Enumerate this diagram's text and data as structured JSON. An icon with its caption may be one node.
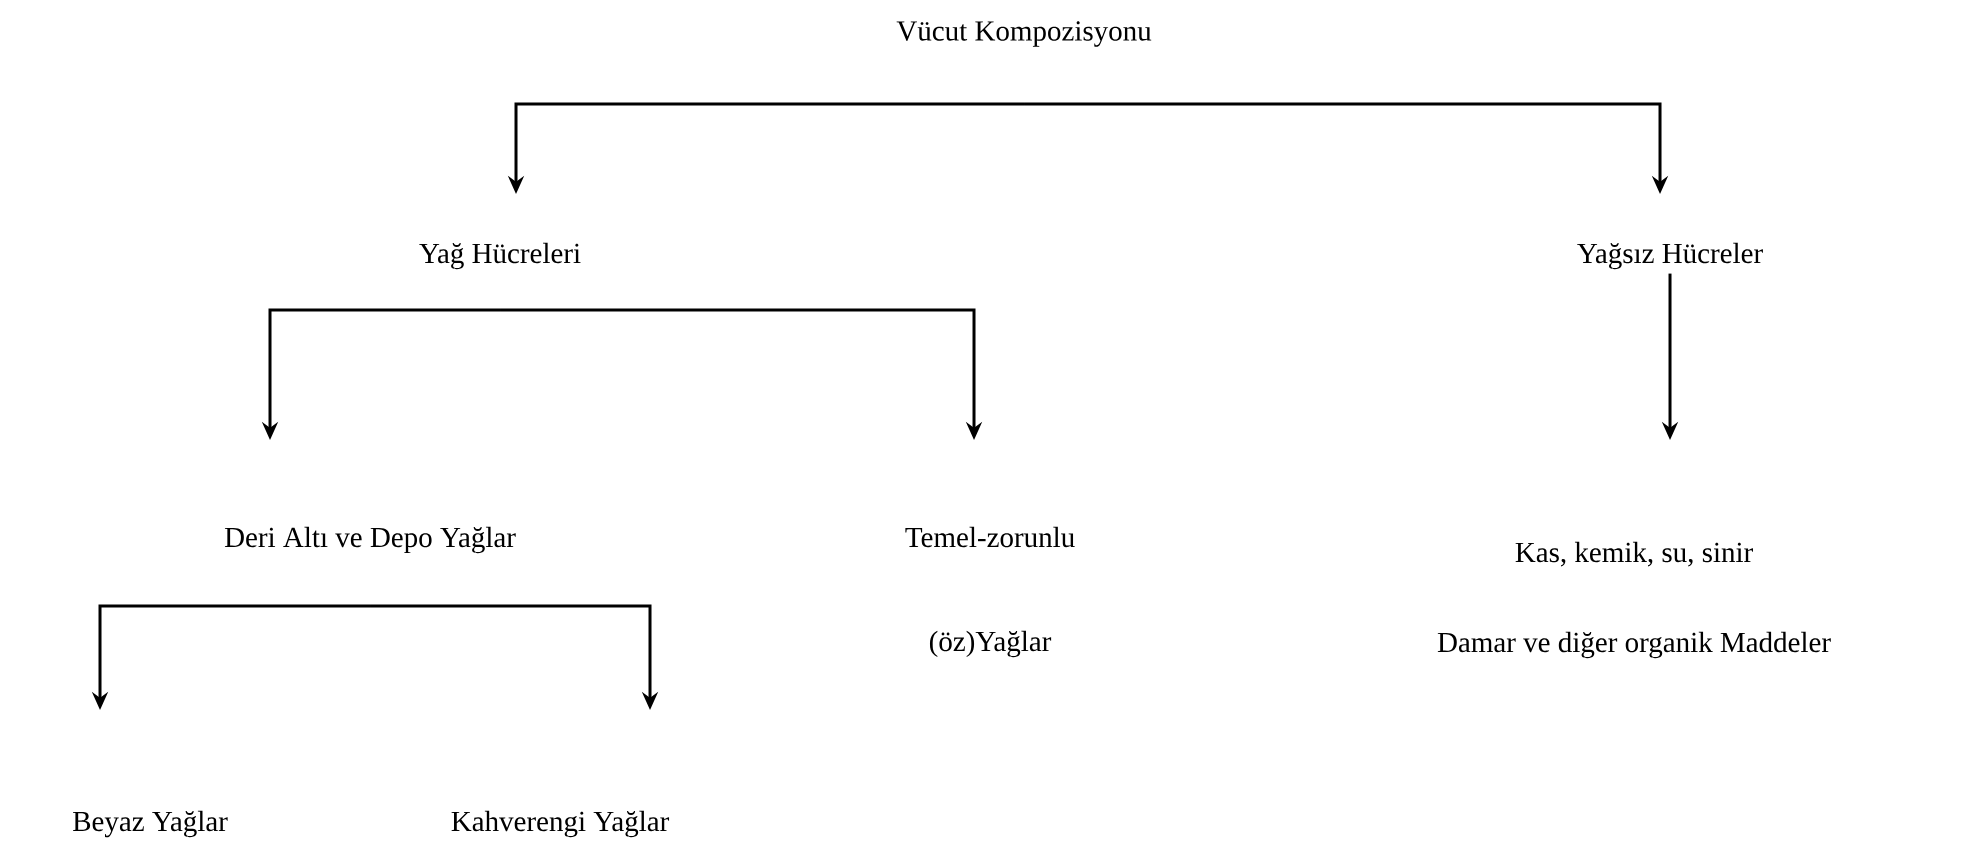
{
  "diagram": {
    "nodes": [
      {
        "text": [
          "Vücut Kompozisyonu"
        ]
      },
      {
        "text": [
          "Yağ Hücreleri"
        ]
      },
      {
        "text": [
          "Yağsız Hücreler"
        ]
      },
      {
        "text": [
          "Deri Altı ve Depo Yağlar"
        ]
      },
      {
        "text": [
          "Temel-zorunlu (öz)Yağlar"
        ]
      },
      {
        "text": [
          "Kas, kemik, su, sinir",
          "Damar ve diğer organik Maddeler"
        ]
      },
      {
        "text": [
          "Beyaz Yağlar"
        ]
      },
      {
        "text": [
          "Kahverengi Yağlar"
        ]
      }
    ],
    "edges": [
      {
        "from": 0,
        "to": 1,
        "arrow": "to"
      },
      {
        "from": 0,
        "to": 2,
        "arrow": "to"
      },
      {
        "from": 1,
        "to": 3,
        "arrow": "to"
      },
      {
        "from": 1,
        "to": 4,
        "arrow": "to"
      },
      {
        "from": 2,
        "to": 5,
        "arrow": "to"
      },
      {
        "from": 3,
        "to": 6,
        "arrow": "to"
      },
      {
        "from": 3,
        "to": 7,
        "arrow": "to"
      }
    ]
  }
}
